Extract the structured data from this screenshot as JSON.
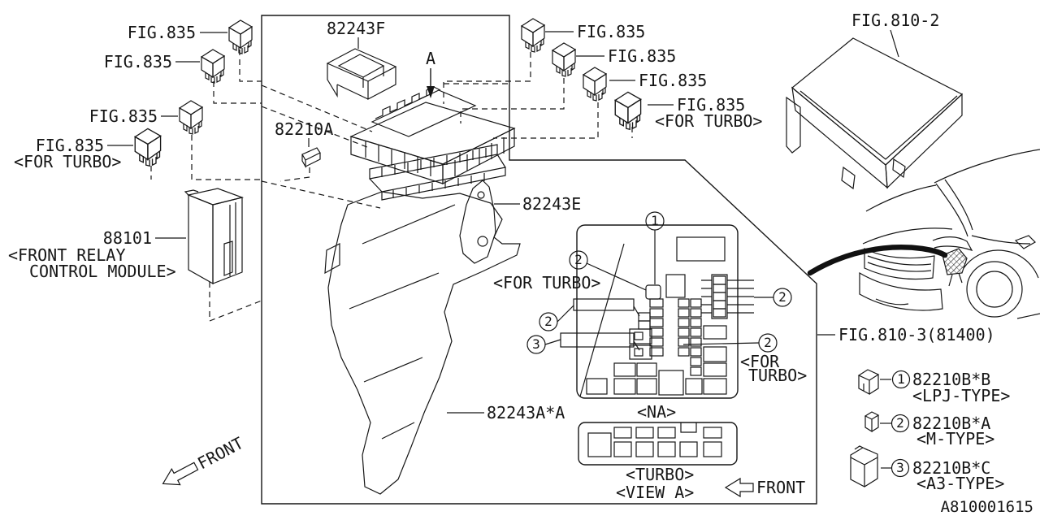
{
  "doc": {
    "number": "A810001615"
  },
  "orientation": {
    "front_left": "FRONT",
    "front_right": "FRONT",
    "section_arrow": "A"
  },
  "relays_left": [
    {
      "fig": "FIG.835"
    },
    {
      "fig": "FIG.835"
    },
    {
      "fig": "FIG.835"
    },
    {
      "fig": "FIG.835",
      "variant": "<FOR TURBO>"
    }
  ],
  "relays_right": [
    {
      "fig": "FIG.835"
    },
    {
      "fig": "FIG.835"
    },
    {
      "fig": "FIG.835"
    },
    {
      "fig": "FIG.835",
      "variant": "<FOR TURBO>"
    }
  ],
  "parts": {
    "bracket_upper": "82243F",
    "spacer": "82210A",
    "cover_side": "82243E",
    "bracket_main": "82243A*A",
    "module_number": "88101",
    "module_name_line1": "<FRONT RELAY",
    "module_name_line2": "CONTROL MODULE>"
  },
  "references": {
    "fig810_2": "FIG.810-2",
    "fig810_3": "FIG.810-3(81400)"
  },
  "view_a": {
    "for_turbo_left": "<FOR TURBO>",
    "for_turbo_right_line1": "<FOR",
    "for_turbo_right_line2": "TURBO>",
    "na": "<NA>",
    "turbo": "<TURBO>",
    "view": "<VIEW A>"
  },
  "callouts": {
    "c1": "1",
    "c2": "2",
    "c3": "3"
  },
  "legend": [
    {
      "callout": "1",
      "part": "82210B*B",
      "type": "<LPJ-TYPE>"
    },
    {
      "callout": "2",
      "part": "82210B*A",
      "type": "<M-TYPE>"
    },
    {
      "callout": "3",
      "part": "82210B*C",
      "type": "<A3-TYPE>"
    }
  ]
}
